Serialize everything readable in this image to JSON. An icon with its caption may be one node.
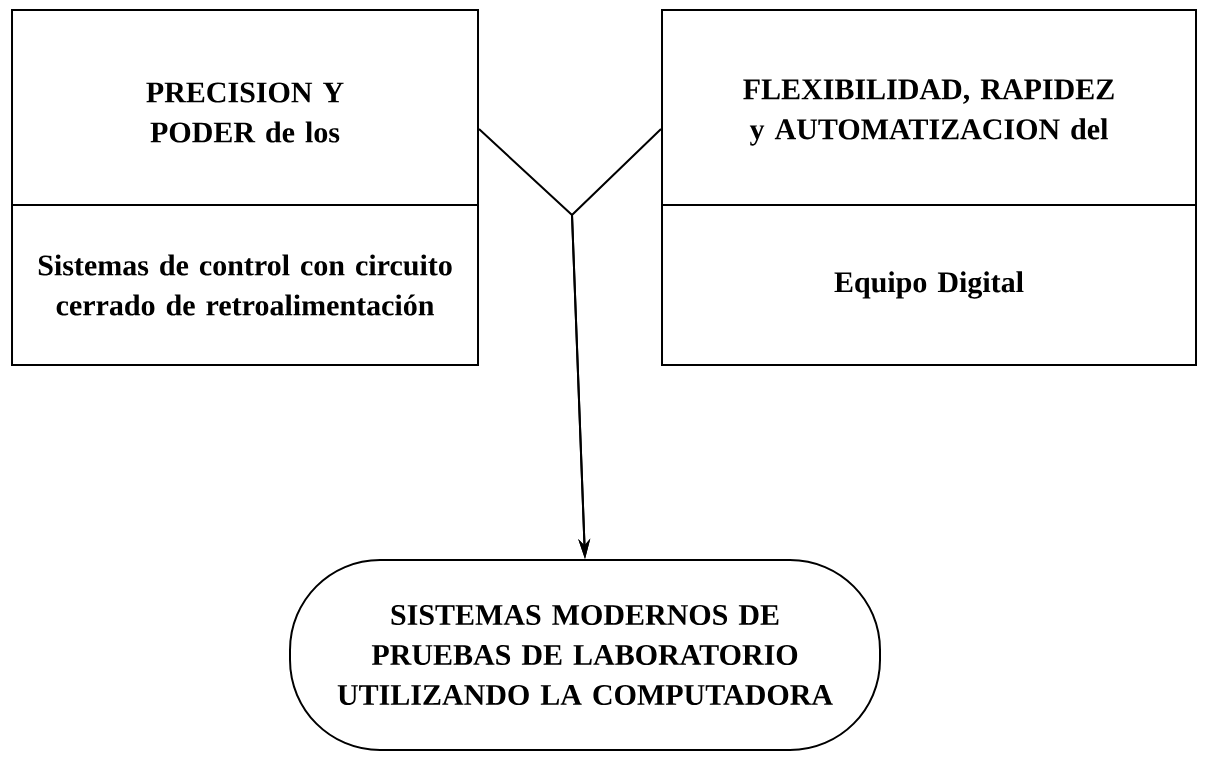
{
  "diagram": {
    "nodes": [
      {
        "text": [
          "PRECISION Y PODER de los",
          "Sistemas de control con circuito cerrado de retroalimentación"
        ]
      },
      {
        "text": [
          "FLEXIBILIDAD, RAPIDEZ y AUTOMATIZACION del",
          "Equipo Digital"
        ]
      },
      {
        "text": [
          "SISTEMAS MODERNOS DE PRUEBAS DE LABORATORIO UTILIZANDO LA COMPUTADORA"
        ]
      }
    ],
    "edges": [
      {
        "from": 0,
        "to": 2,
        "arrow": "to"
      },
      {
        "from": 1,
        "to": 2,
        "arrow": "to"
      }
    ]
  }
}
